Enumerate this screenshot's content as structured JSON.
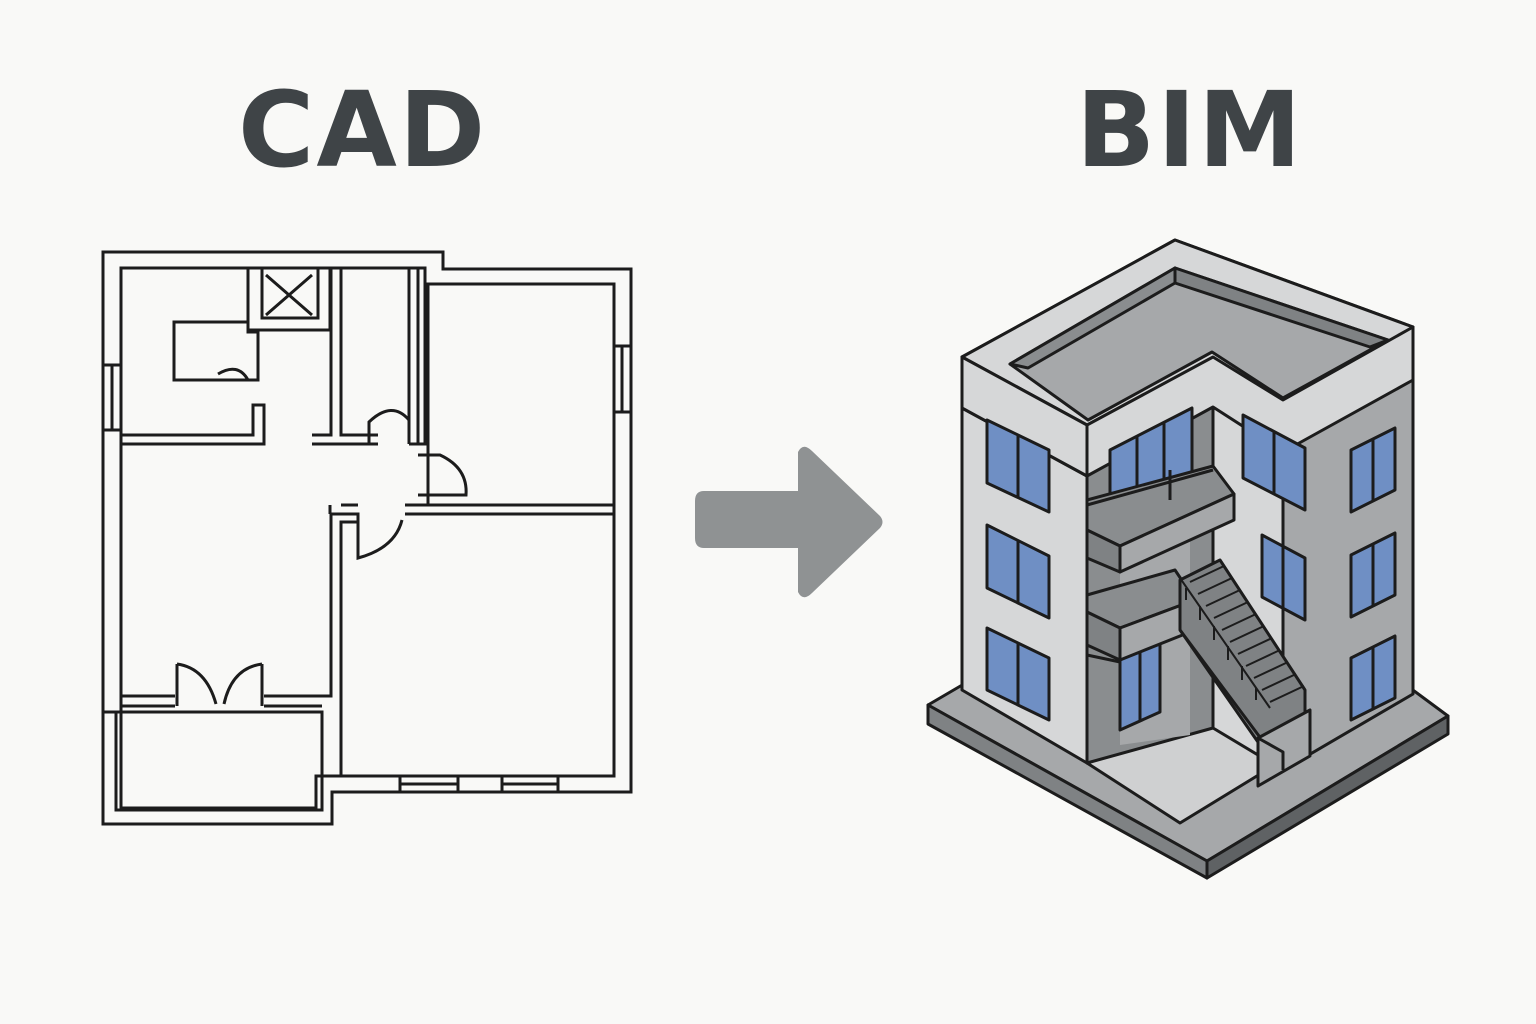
{
  "left_title": "CAD",
  "right_title": "BIM",
  "colors": {
    "background": "#f9f9f7",
    "title_text": "#3f4447",
    "arrow": "#8f9293",
    "line": "#1c1c1c",
    "wall_light": "#d6d7d8",
    "wall_mid": "#a6a8aa",
    "wall_dark": "#7f8284",
    "window_glass": "#6f8fc4"
  },
  "icons": [
    "floor-plan-drawing",
    "arrow-right-icon",
    "isometric-building-model"
  ]
}
